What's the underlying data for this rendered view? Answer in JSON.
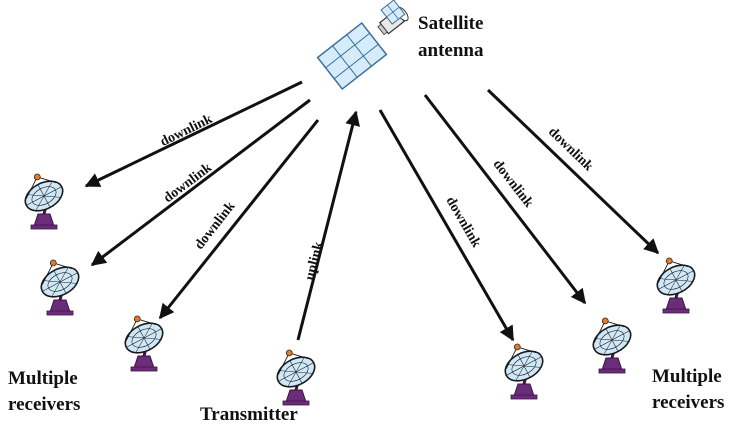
{
  "labels": {
    "satellite_line1": "Satellite",
    "satellite_line2": "antenna",
    "multiple_left_line1": "Multiple",
    "multiple_left_line2": "receivers",
    "multiple_right_line1": "Multiple",
    "multiple_right_line2": "receivers",
    "transmitter": "Transmitter"
  },
  "links": [
    {
      "label": "downlink",
      "direction": "down"
    },
    {
      "label": "downlink",
      "direction": "down"
    },
    {
      "label": "downlink",
      "direction": "down"
    },
    {
      "label": "uplink",
      "direction": "up"
    },
    {
      "label": "downlink",
      "direction": "down"
    },
    {
      "label": "downlink",
      "direction": "down"
    },
    {
      "label": "downlink",
      "direction": "down"
    }
  ],
  "colors": {
    "arrow": "#111111",
    "dish_fill": "#cfe8f7",
    "dish_outline": "#1a1a1a",
    "feed": "#e07b2e",
    "mount": "#6b2c7a",
    "panel_fill": "#d6ecfa",
    "panel_outline": "#3a6f9a"
  },
  "icons": {
    "satellite": "satellite-icon",
    "dish": "dish-antenna-icon"
  }
}
